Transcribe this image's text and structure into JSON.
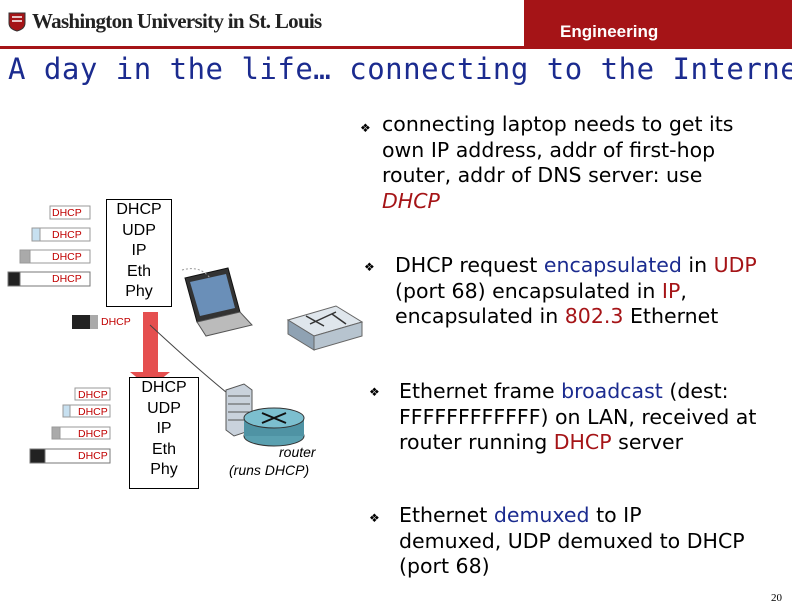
{
  "header": {
    "university": "Washington University in St. Louis",
    "school": "Engineering",
    "brand_color": "#a51417"
  },
  "slide": {
    "title": "A day in the life… connecting to the Internet",
    "bullets": [
      {
        "parts": [
          "connecting laptop needs to get its own IP address, addr of first-hop router, addr of DNS server: use ",
          "DHCP"
        ]
      },
      {
        "parts": [
          "DHCP request ",
          "encapsulated",
          " in ",
          "UDP",
          " (port 68) encapsulated in ",
          "IP",
          ", encapsulated in ",
          "802.3",
          " Ethernet"
        ]
      },
      {
        "parts": [
          "Ethernet frame ",
          "broadcast",
          " (dest: FFFFFFFFFFFF) on LAN, received at router running ",
          "DHCP",
          " server"
        ]
      },
      {
        "parts": [
          "Ethernet ",
          "demuxed",
          " to IP demuxed, UDP demuxed to DHCP (port 68)"
        ]
      }
    ],
    "page_number": "20"
  },
  "diagram": {
    "stack_top": [
      "DHCP",
      "UDP",
      "IP",
      "Eth",
      "Phy"
    ],
    "stack_bottom": [
      "DHCP",
      "UDP",
      "IP",
      "Eth",
      "Phy"
    ],
    "packet_label": "DHCP",
    "router_label": "router",
    "router_sub": "(runs DHCP)"
  }
}
